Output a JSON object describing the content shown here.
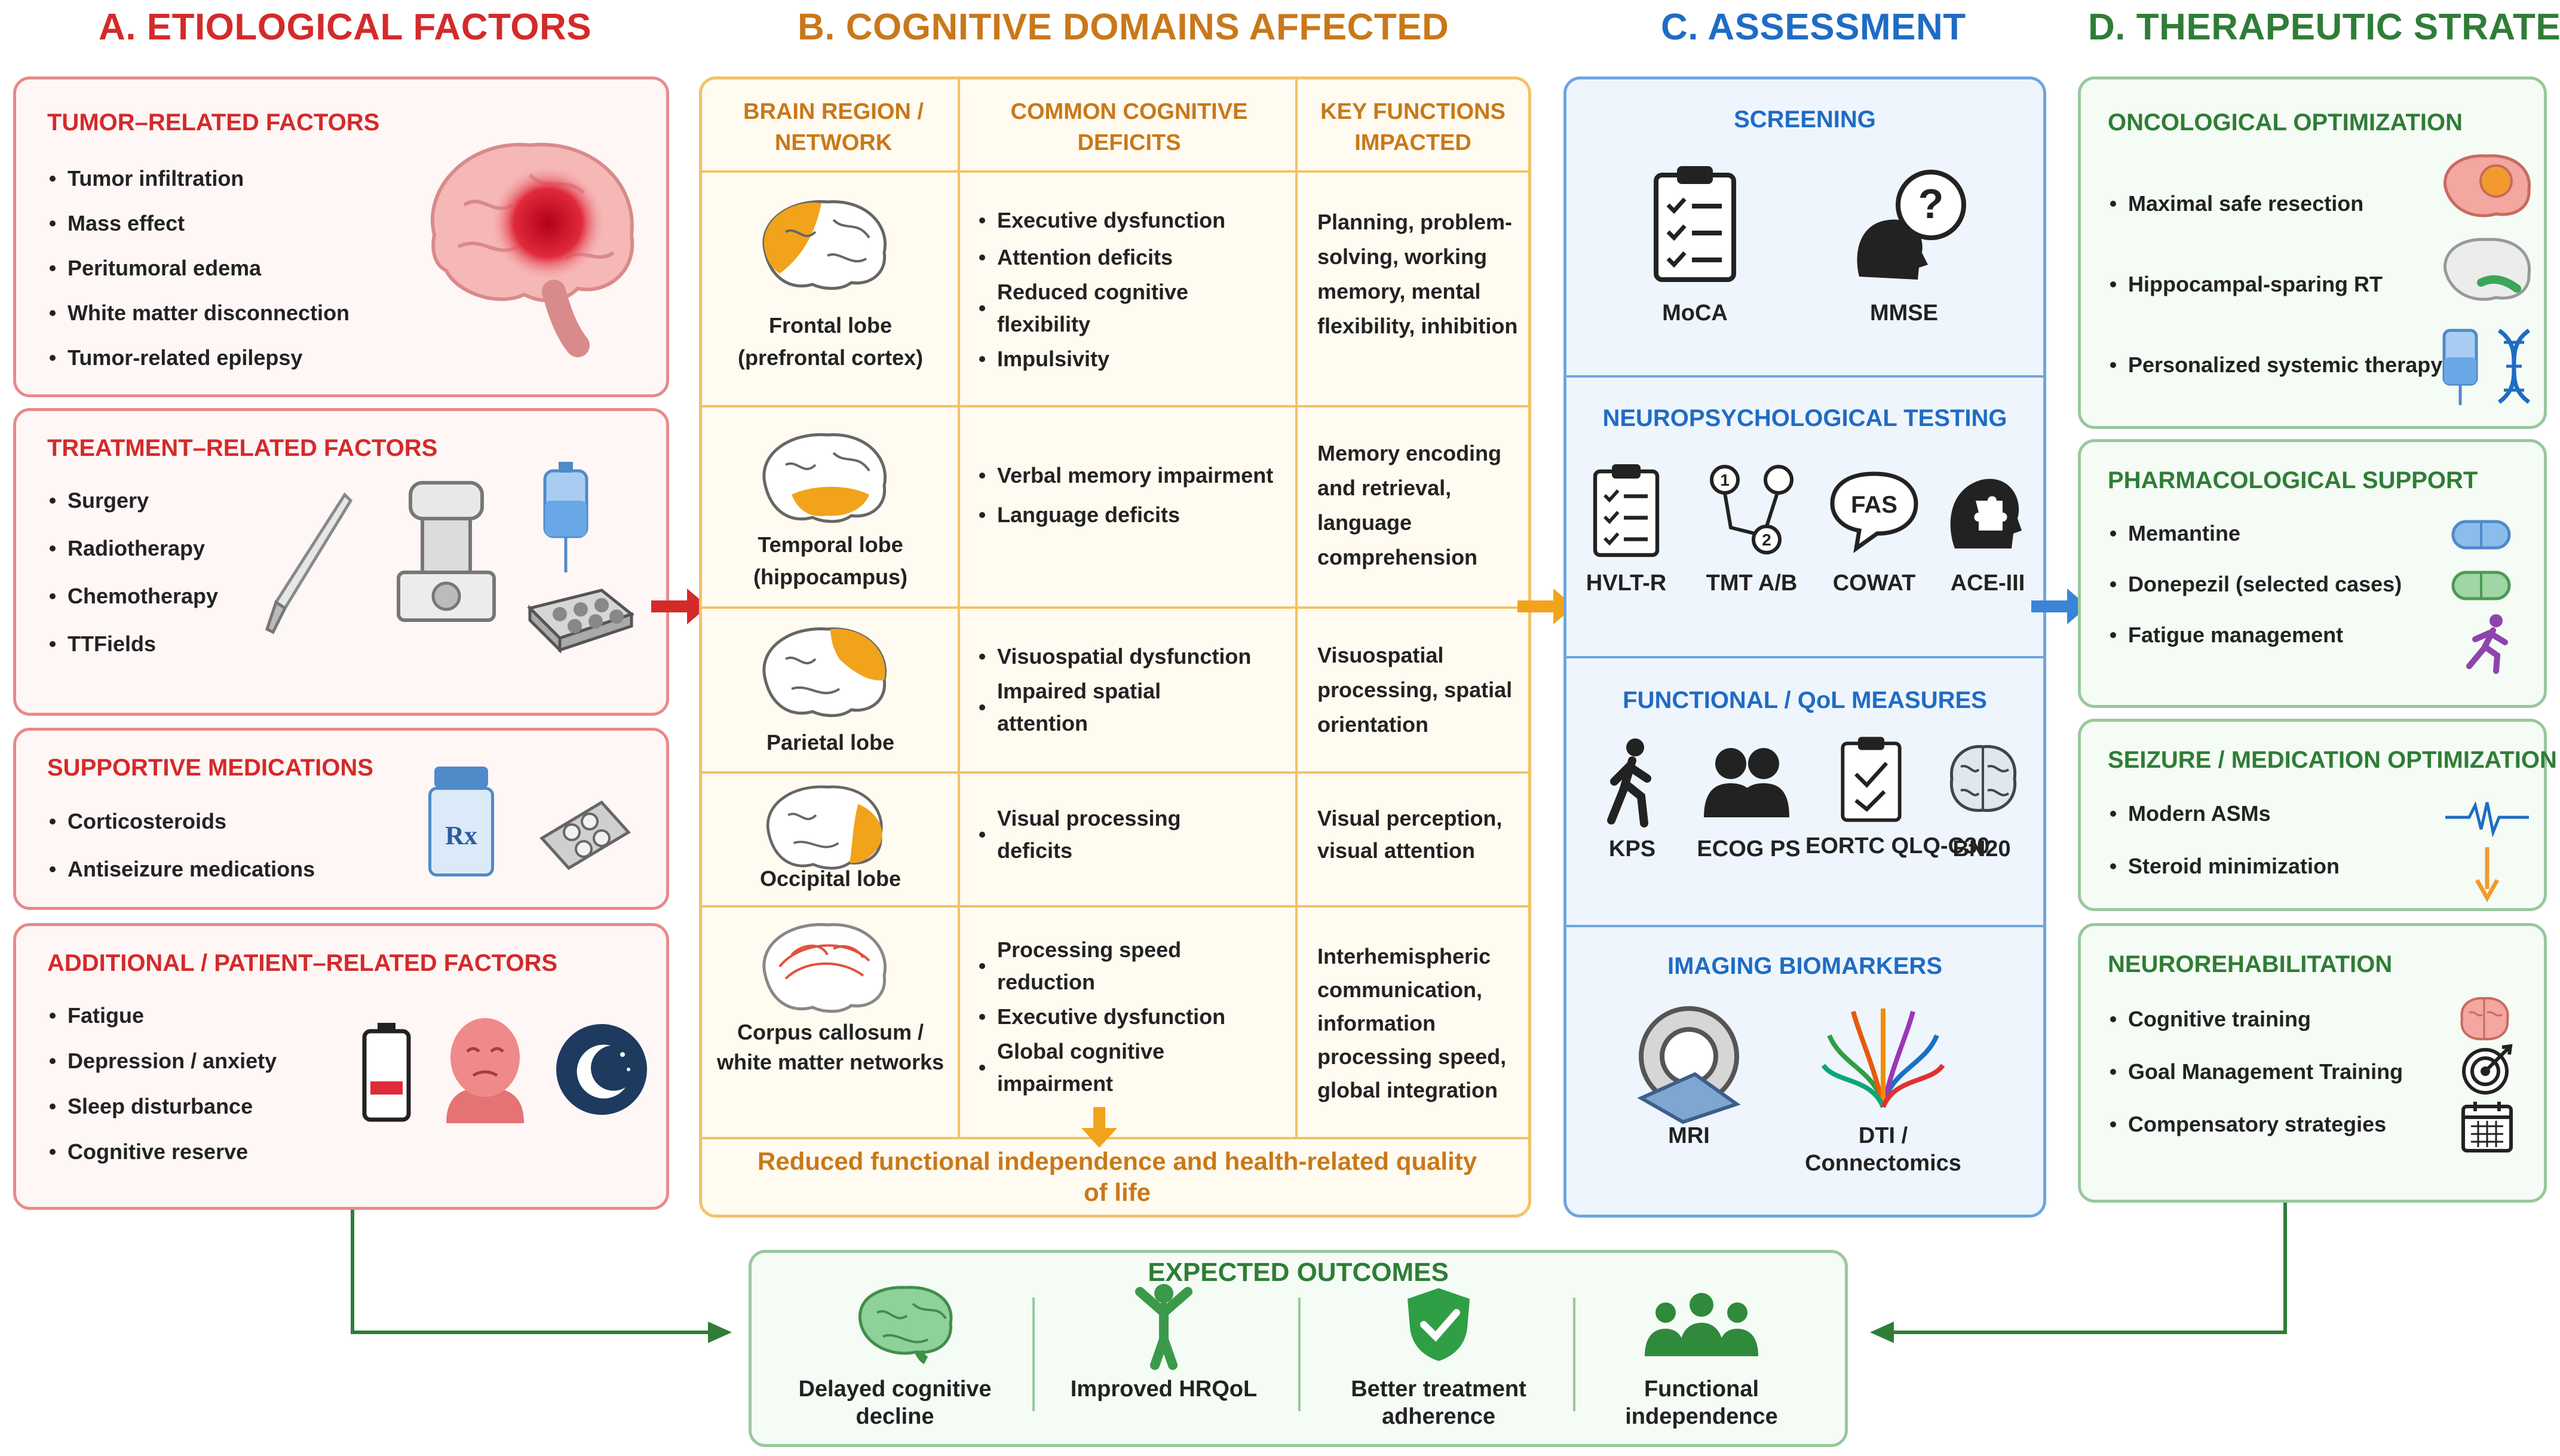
{
  "colors": {
    "red": "#d42a2a",
    "orange": "#c9781a",
    "blue": "#1f6cc4",
    "green": "#2f7d36"
  },
  "titles": {
    "a": "A. ETIOLOGICAL FACTORS",
    "b": "B. COGNITIVE DOMAINS AFFECTED",
    "c": "C. ASSESSMENT",
    "d": "D. THERAPEUTIC STRATEGIES"
  },
  "etiology": {
    "tumor": {
      "title": "TUMOR–RELATED FACTORS",
      "items": [
        "Tumor infiltration",
        "Mass effect",
        "Peritumoral edema",
        "White matter disconnection",
        "Tumor-related epilepsy"
      ]
    },
    "treatment": {
      "title": "TREATMENT–RELATED FACTORS",
      "items": [
        "Surgery",
        "Radiotherapy",
        "Chemotherapy",
        "TTFields"
      ]
    },
    "supportive": {
      "title": "SUPPORTIVE MEDICATIONS",
      "items": [
        "Corticosteroids",
        "Antiseizure medications"
      ],
      "pill_label": "Rx"
    },
    "additional": {
      "title": "ADDITIONAL / PATIENT–RELATED FACTORS",
      "items": [
        "Fatigue",
        "Depression / anxiety",
        "Sleep disturbance",
        "Cognitive reserve"
      ]
    }
  },
  "domains": {
    "headers": [
      "BRAIN REGION / NETWORK",
      "COMMON COGNITIVE DEFICITS",
      "KEY FUNCTIONS IMPACTED"
    ],
    "rows": [
      {
        "region": "Frontal lobe (prefrontal cortex)",
        "deficits": [
          "Executive dysfunction",
          "Attention deficits",
          "Reduced cognitive flexibility",
          "Impulsivity"
        ],
        "functions": "Planning, problem-solving, working memory, mental flexibility, inhibition"
      },
      {
        "region": "Temporal lobe (hippocampus)",
        "deficits": [
          "Verbal memory impairment",
          "Language deficits"
        ],
        "functions": "Memory encoding and retrieval, language comprehension"
      },
      {
        "region": "Parietal lobe",
        "deficits": [
          "Visuospatial dysfunction",
          "Impaired spatial attention"
        ],
        "functions": "Visuospatial processing, spatial orientation"
      },
      {
        "region": "Occipital lobe",
        "deficits": [
          "Visual processing deficits"
        ],
        "functions": "Visual perception, visual attention"
      },
      {
        "region": "Corpus callosum / white matter networks",
        "deficits": [
          "Processing speed reduction",
          "Executive dysfunction",
          "Global cognitive impairment"
        ],
        "functions": "Interhemispheric communication, information processing speed, global integration"
      }
    ],
    "outcome": "Reduced functional independence and health-related quality of life"
  },
  "assessment": {
    "screening": {
      "title": "SCREENING",
      "tools": [
        "MoCA",
        "MMSE"
      ]
    },
    "neuro": {
      "title": "NEUROPSYCHOLOGICAL TESTING",
      "tools": [
        "HVLT-R",
        "TMT A/B",
        "COWAT",
        "ACE-III"
      ],
      "fas": "FAS",
      "tmt1": "1",
      "tmt2": "2"
    },
    "functional": {
      "title": "FUNCTIONAL / QoL MEASURES",
      "tools": [
        "KPS",
        "ECOG PS",
        "EORTC QLQ-C30",
        "BN20"
      ]
    },
    "imaging": {
      "title": "IMAGING BIOMARKERS",
      "tools": [
        "MRI",
        "DTI / Connectomics"
      ]
    }
  },
  "therapy": {
    "onco": {
      "title": "ONCOLOGICAL OPTIMIZATION",
      "items": [
        "Maximal safe resection",
        "Hippocampal-sparing RT",
        "Personalized systemic therapy"
      ]
    },
    "pharma": {
      "title": "PHARMACOLOGICAL SUPPORT",
      "items": [
        "Memantine",
        "Donepezil (selected cases)",
        "Fatigue management"
      ]
    },
    "seizure": {
      "title": "SEIZURE / MEDICATION OPTIMIZATION",
      "items": [
        "Modern ASMs",
        "Steroid minimization"
      ]
    },
    "rehab": {
      "title": "NEUROREHABILITATION",
      "items": [
        "Cognitive training",
        "Goal Management Training",
        "Compensatory strategies"
      ]
    }
  },
  "outcomes": {
    "title": "EXPECTED OUTCOMES",
    "items": [
      "Delayed cognitive decline",
      "Improved HRQoL",
      "Better treatment adherence",
      "Functional independence"
    ]
  }
}
